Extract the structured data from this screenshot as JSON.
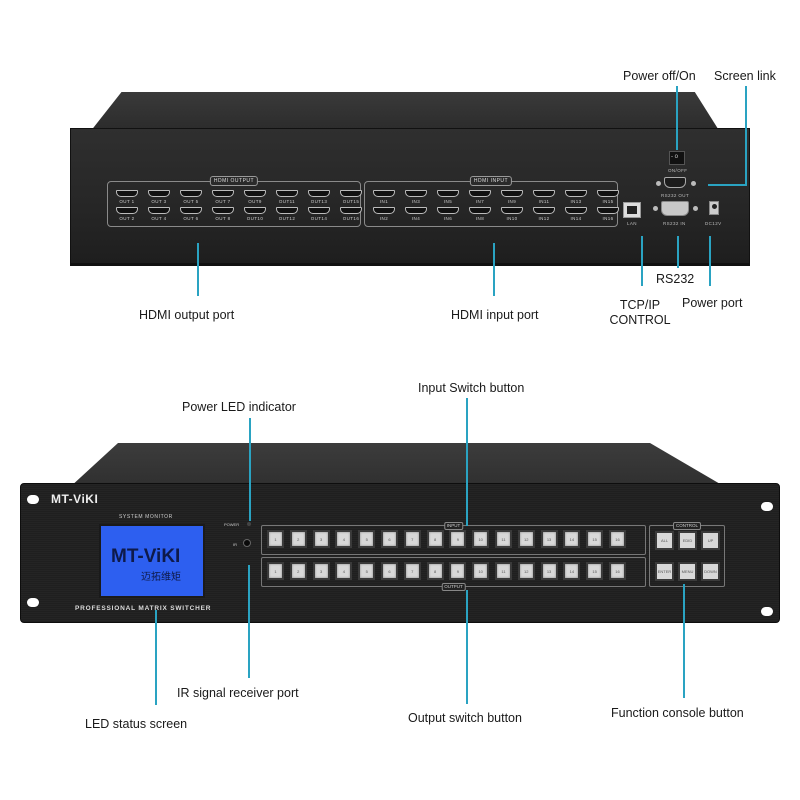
{
  "rear_panel": {
    "hdmi_output": {
      "title": "HDMI OUTPUT",
      "ports_row1": [
        "OUT 1",
        "OUT 3",
        "OUT 5",
        "OUT 7",
        "OUT9",
        "OUT11",
        "OUT13",
        "OUT15"
      ],
      "ports_row2": [
        "OUT 2",
        "OUT 4",
        "OUT 6",
        "OUT 8",
        "OUT10",
        "OUT12",
        "OUT14",
        "OUT16"
      ]
    },
    "hdmi_input": {
      "title": "HDMI INPUT",
      "ports_row1": [
        "IN1",
        "IN3",
        "IN5",
        "IN7",
        "IN9",
        "IN11",
        "IN13",
        "IN15"
      ],
      "ports_row2": [
        "IN2",
        "IN4",
        "IN6",
        "IN8",
        "IN10",
        "IN12",
        "IN14",
        "IN16"
      ]
    },
    "lan_caption": "LAN",
    "switch_caption": "ON/OFF",
    "rs232_out_caption": "RS232 OUT",
    "rs232_in_caption": "RS232 IN",
    "dc_caption": "DC12V"
  },
  "front_panel": {
    "brand": "MT-ViKI",
    "system_monitor": "SYSTEM MONITOR",
    "lcd_brand": "MT-ViKI",
    "lcd_sub": "迈拓维矩",
    "product_title": "PROFESSIONAL MATRIX SWITCHER",
    "power_label": "POWER",
    "ir_label": "IR",
    "input_panel_title": "INPUT",
    "output_panel_title": "OUTPUT",
    "control_panel_title": "CONTROL",
    "input_buttons": [
      "1",
      "2",
      "3",
      "4",
      "5",
      "6",
      "7",
      "8",
      "9",
      "10",
      "11",
      "12",
      "13",
      "14",
      "15",
      "16"
    ],
    "output_buttons": [
      "1",
      "2",
      "3",
      "4",
      "5",
      "6",
      "7",
      "8",
      "9",
      "10",
      "11",
      "12",
      "13",
      "14",
      "15",
      "16"
    ],
    "control_buttons_row1": [
      "ALL",
      "EDID",
      "UP"
    ],
    "control_buttons_row2": [
      "ENTER",
      "MENU",
      "DOWN"
    ]
  },
  "callouts": {
    "power_off_on": "Power off/On",
    "screen_link": "Screen link",
    "hdmi_output_port": "HDMI output port",
    "hdmi_input_port": "HDMI input port",
    "rs232": "RS232",
    "tcp_ip_line1": "TCP/IP",
    "tcp_ip_line2": "CONTROL",
    "power_port": "Power port",
    "input_switch_button": "Input Switch button",
    "power_led_indicator": "Power LED indicator",
    "ir_signal_receiver_port": "IR signal receiver port",
    "led_status_screen": "LED status screen",
    "output_switch_button": "Output switch button",
    "function_console_button": "Function console button"
  },
  "colors": {
    "leader_line": "#2aa3c2",
    "lcd_screen": "#2d5ff0",
    "chassis": "#262626"
  }
}
